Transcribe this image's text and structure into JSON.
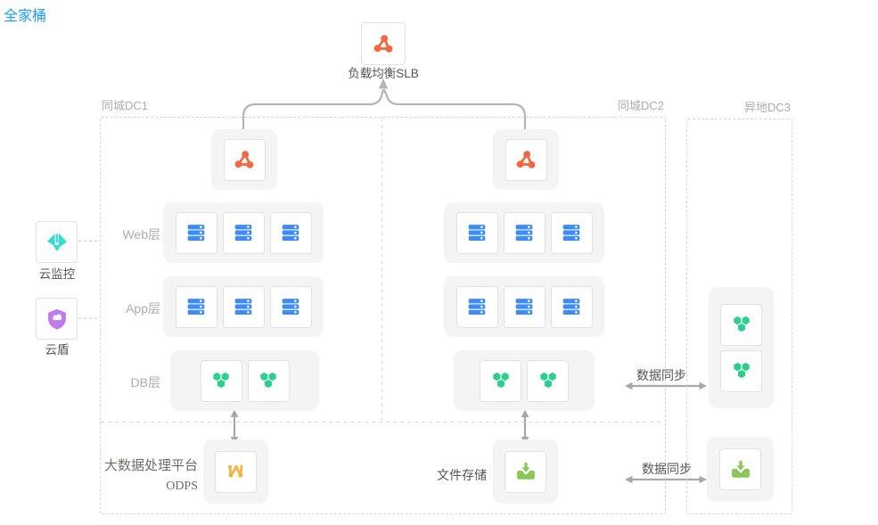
{
  "page_title": "全家桶",
  "slb": {
    "label": "负载均衡SLB"
  },
  "zones": {
    "dc1": "同城DC1",
    "dc2": "同城DC2",
    "dc3": "异地DC3"
  },
  "layers": {
    "web": "Web层",
    "app": "App层",
    "db": "DB层"
  },
  "services": {
    "monitor": "云监控",
    "shield": "云盾"
  },
  "bottom": {
    "odps_title": "大数据处理平台",
    "odps_sub": "ODPS",
    "file_storage": "文件存储"
  },
  "sync": {
    "db": "数据同步",
    "file": "数据同步"
  },
  "colors": {
    "title_blue": "#1c9cff",
    "slb_orange": "#f0693f",
    "server_blue": "#3d8cf5",
    "db_green": "#2bd08f",
    "storage_green": "#8bc756",
    "monitor_cyan": "#35dece",
    "shield_purple": "#bf7bee",
    "odps_yellow": "#f6b23e",
    "dashed_border": "#d6d6d6",
    "group_bg": "#f4f4f4",
    "arrow_gray": "#a8a8a8"
  }
}
